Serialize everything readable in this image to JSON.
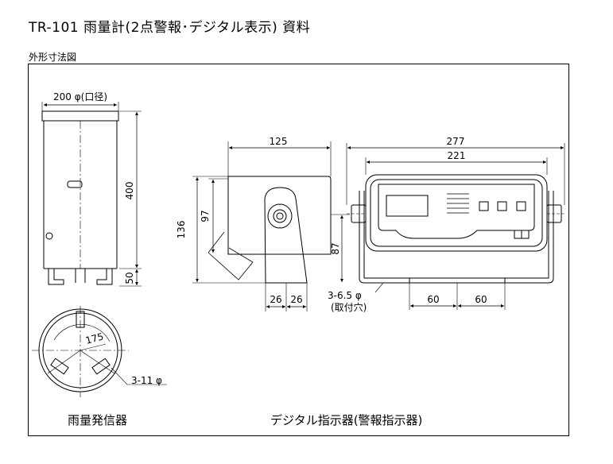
{
  "title": "TR-101 雨量計(2点警報･デジタル表示) 資料",
  "section": "外形寸法図",
  "labels": {
    "rain_gauge": "雨量発信器",
    "indicator": "デジタル指示器(警報指示器)"
  },
  "dims": {
    "diameter": "200 φ(口径)",
    "height_400": "400",
    "height_50": "50",
    "pcd_175": "175",
    "holes_3_11": "3-11 φ",
    "side_125": "125",
    "side_136": "136",
    "side_97": "97",
    "side_87": "87",
    "side_26a": "26",
    "side_26b": "26",
    "front_277": "277",
    "front_221": "221",
    "front_60a": "60",
    "front_60b": "60",
    "holes_3_65": "3-6.5 φ",
    "holes_note": "(取付穴)"
  }
}
